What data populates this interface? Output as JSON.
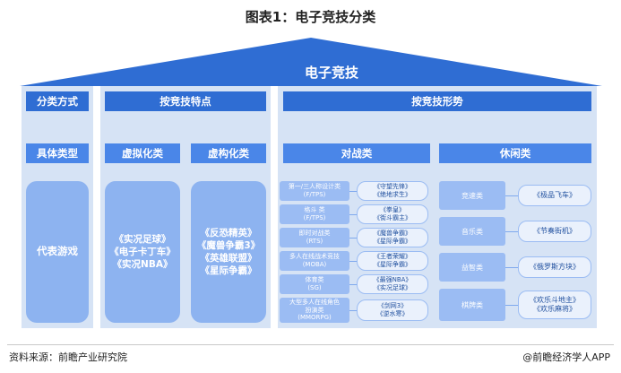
{
  "title": "图表1：电子竞技分类",
  "roof": {
    "label": "电子竞技"
  },
  "rows": {
    "classify_method": "分类方式",
    "specific_type": "具体类型",
    "representative_games": "代表游戏"
  },
  "classify": {
    "by_feature": "按竞技特点",
    "by_form": "按竞技形势"
  },
  "types": {
    "virtual": "虚拟化类",
    "fictional": "虚构化类",
    "battle": "对战类",
    "leisure": "休闲类"
  },
  "virtual_games": [
    "《实况足球》",
    "《电子卡丁车》",
    "《实况NBA》"
  ],
  "fictional_games": [
    "《反恐精英》",
    "《魔兽争霸3》",
    "《英雄联盟》",
    "《星际争霸》"
  ],
  "battle_rows": [
    {
      "category": [
        "第一/三人称设计类",
        "(F/TPS)"
      ],
      "games": [
        "《守望先锋》",
        "《绝地求生》"
      ]
    },
    {
      "category": [
        "格斗 类",
        "(F/TPS)"
      ],
      "games": [
        "《拳皇》",
        "《街斗霸主》"
      ]
    },
    {
      "category": [
        "即时对战类",
        "(RTS)"
      ],
      "games": [
        "《魔兽争霸》",
        "《星际争霸》"
      ]
    },
    {
      "category": [
        "多人在线战术竞技",
        "(MOBA)"
      ],
      "games": [
        "《王者荣耀》",
        "《星际争霸》"
      ]
    },
    {
      "category": [
        "体育类",
        "(SG)"
      ],
      "games": [
        "《最强NBA》",
        "《实况足球》"
      ]
    },
    {
      "category": [
        "大型多人在线角色",
        "扮演类",
        "(MMORPG)"
      ],
      "games": [
        "《剑网3》",
        "《逆水寒》"
      ]
    }
  ],
  "leisure_rows": [
    {
      "category": "竞速类",
      "games": [
        "《极品飞车》"
      ]
    },
    {
      "category": "音乐类",
      "games": [
        "《节奏街机》"
      ]
    },
    {
      "category": "益智类",
      "games": [
        "《俄罗斯方块》"
      ]
    },
    {
      "category": "棋牌类",
      "games": [
        "《欢乐斗地主》",
        "《欢乐麻将》"
      ]
    }
  ],
  "footer": {
    "source": "资料来源：前瞻产业研究院",
    "brand": "@前瞻经济学人APP"
  },
  "colors": {
    "dark": "#2f6dd3",
    "mid": "#4a86e8",
    "light": "#8db3f0",
    "panel": "#d6e3f5"
  }
}
